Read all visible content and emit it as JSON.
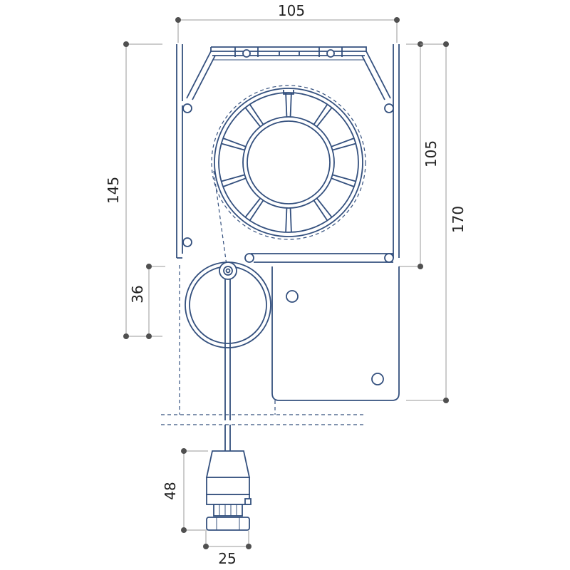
{
  "dimensions": {
    "top_width": "105",
    "right_inner_height": "105",
    "right_outer_height": "170",
    "left_outer_height": "145",
    "left_inner_height": "36",
    "motor_height": "48",
    "motor_width": "25"
  },
  "colors": {
    "outline": "#34507e",
    "dimension_line": "#9a9a9a",
    "dimension_dot": "#505050",
    "text": "#222222"
  }
}
